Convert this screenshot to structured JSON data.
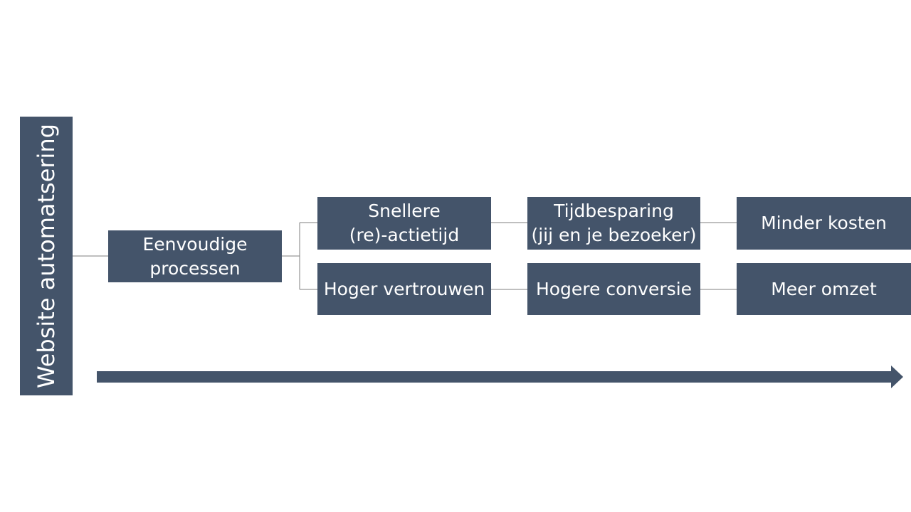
{
  "diagram": {
    "root_label": "Website automatsering",
    "nodes": {
      "eenvoudige": "Eenvoudige\nprocessen",
      "snellere": "Snellere\n(re)-actietijd",
      "vertrouwen": "Hoger vertrouwen",
      "tijdbesparing": "Tijdbesparing\n(jij en je bezoeker)",
      "conversie": "Hogere conversie",
      "kosten": "Minder kosten",
      "omzet": "Meer omzet"
    },
    "colors": {
      "box": "#44546a",
      "text": "#ffffff",
      "connector": "#7f7f7f",
      "arrow": "#44546a"
    }
  }
}
